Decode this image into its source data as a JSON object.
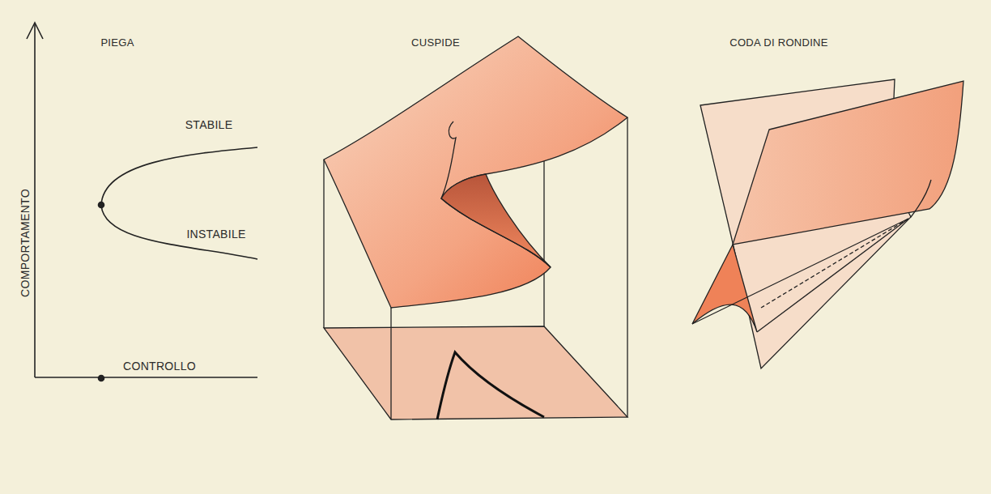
{
  "diagram": {
    "labels": [
      "PIEGA",
      "CUSPIDE",
      "CODA DI RONDINE",
      "STABILE",
      "INSTABILE",
      "COMPORTAMENTO",
      "CONTROLLO"
    ]
  }
}
